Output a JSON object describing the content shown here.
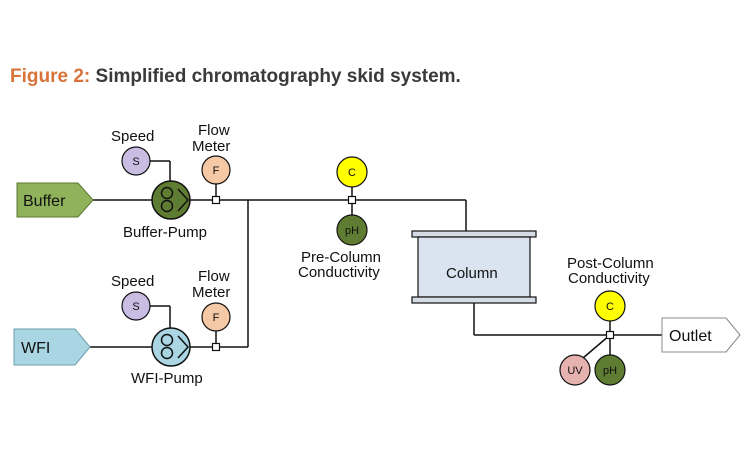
{
  "caption": {
    "label": "Figure 2:",
    "text": "Simplified chromatography skid system."
  },
  "colors": {
    "caption_label": "#d8743a",
    "buffer_inlet": "#8fb25a",
    "wfi_inlet": "#a9d6e2",
    "speed_sensor": "#c9bde3",
    "flow_sensor": "#f6c9a6",
    "conductivity_sensor": "#ffff00",
    "ph_sensor": "#5f7d32",
    "uv_sensor": "#e6b2b0",
    "column_body": "#dae4f0",
    "column_plate": "#d6dce6"
  },
  "diagram": {
    "buffer_inlet": "Buffer",
    "wfi_inlet": "WFI",
    "outlet": "Outlet",
    "column": "Column",
    "buffer_speed_label": "Speed",
    "buffer_speed_sensor": "S",
    "buffer_flow_label_1": "Flow",
    "buffer_flow_label_2": "Meter",
    "buffer_flow_sensor": "F",
    "buffer_pump_label": "Buffer-Pump",
    "wfi_speed_label": "Speed",
    "wfi_speed_sensor": "S",
    "wfi_flow_label_1": "Flow",
    "wfi_flow_label_2": "Meter",
    "wfi_flow_sensor": "F",
    "wfi_pump_label": "WFI-Pump",
    "pre_c_sensor": "C",
    "pre_ph_sensor": "pH",
    "pre_label_1": "Pre-Column",
    "pre_label_2": "Conductivity",
    "post_label_1": "Post-Column",
    "post_label_2": "Conductivity",
    "post_c_sensor": "C",
    "post_uv_sensor": "UV",
    "post_ph_sensor": "pH"
  }
}
